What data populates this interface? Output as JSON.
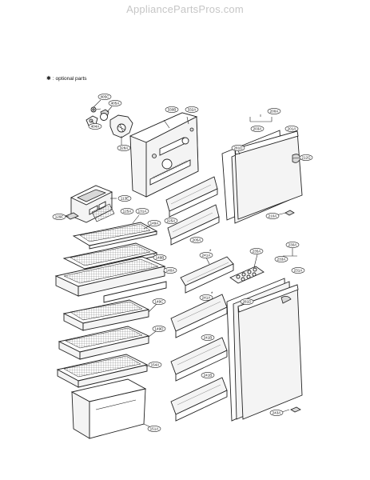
{
  "watermark": "AppliancePartsPros.com",
  "legend": {
    "symbol": "✱",
    "text": ": optional parts"
  },
  "part_labels": {
    "l405c": "405C",
    "l405a": "405A",
    "l404a": "404A",
    "l328a": "328A",
    "l330b": "330B",
    "l332a": "332A",
    "l200a": "200A",
    "l203a": "203A",
    "l201a": "201A",
    "l281d1": "281D",
    "l212g": "212G",
    "l210a": "210A",
    "l225a": "225A",
    "l205a": "205A",
    "l113e": "113E",
    "l129f": "129F",
    "l125a": "125A",
    "l131a": "131A",
    "l149a": "149A",
    "l149b": "149B",
    "l140a": "140A",
    "l149c": "149C",
    "l149d": "149D",
    "l154a": "154A",
    "l151a": "151A",
    "l241a1": "241A",
    "l241a2": "241A",
    "l241b1": "241B",
    "l241b2": "241B",
    "l235a": "235A",
    "l230a": "230A",
    "l233a": "233A",
    "l231a": "231A",
    "l281d2": "281D",
    "l243a": "243A"
  }
}
